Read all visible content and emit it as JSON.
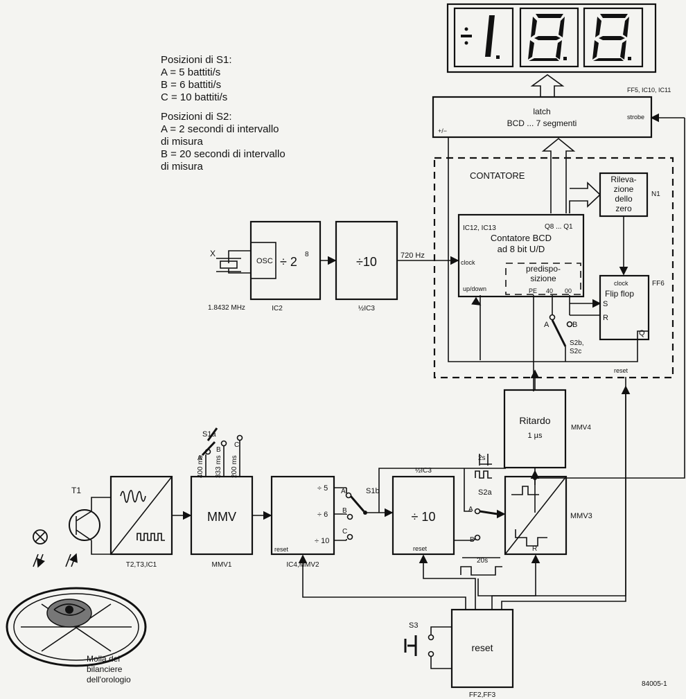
{
  "notes": {
    "s1_title": "Posizioni di S1:",
    "s1_a": "A = 5 battiti/s",
    "s1_b": "B = 6 battiti/s",
    "s1_c": "C = 10 battiti/s",
    "s2_title": "Posizioni di S2:",
    "s2_a1": "A = 2 secondi di intervallo",
    "s2_a2": "di misura",
    "s2_b1": "B = 20 secondi di intervallo",
    "s2_b2": "di misura"
  },
  "display": {
    "digits": "÷1.8.8."
  },
  "latch": {
    "line1": "latch",
    "line2": "BCD ... 7 segmenti",
    "pm": "+/−",
    "strobe": "strobe",
    "ref": "FF5, IC10, IC11"
  },
  "contatore": {
    "title": "CONTATORE",
    "ic": "IC12, IC13",
    "q": "Q8 ... Q1",
    "line1": "Contatore BCD",
    "line2": "ad 8 bit U/D",
    "clock": "clock",
    "updown": "up/down",
    "preset1": "predispo-",
    "preset2": "sizione",
    "pe": "PE",
    "p40": "40",
    "p00": "00",
    "reset": "reset"
  },
  "zero": {
    "l1": "Rileva-",
    "l2": "zione",
    "l3": "dello",
    "l4": "zero",
    "ref": "N1"
  },
  "flipflop": {
    "clock": "clock",
    "name": "Flip flop",
    "s": "S",
    "r": "R",
    "q": "Q",
    "ref": "FF6"
  },
  "s2bc": {
    "a": "A",
    "b": "B",
    "l1": "S2b,",
    "l2": "S2c"
  },
  "osc": {
    "x": "X",
    "osc": "OSC",
    "div": "÷ 2",
    "exp": "8",
    "freq": "1.8432 MHz",
    "ref": "IC2"
  },
  "div10a": {
    "label": "÷10",
    "ref": "½IC3",
    "out": "720 Hz"
  },
  "ritardo": {
    "l1": "Ritardo",
    "l2": "1 µs",
    "ref": "MMV4"
  },
  "s1a": {
    "name": "S1a",
    "a": "A",
    "b": "B",
    "c": "C",
    "ta": "400 ms",
    "tb": "333 ms",
    "tc": "200 ms"
  },
  "t1": {
    "name": "T1"
  },
  "shaper": {
    "ref": "T2,T3,IC1"
  },
  "mmv1": {
    "label": "MMV",
    "ref": "MMV1"
  },
  "divsel": {
    "d5": "÷ 5",
    "d6": "÷ 6",
    "d10": "÷ 10",
    "reset": "reset",
    "ref": "IC4,MMV2"
  },
  "s1b": {
    "name": "S1b",
    "a": "A",
    "b": "B",
    "c": "C"
  },
  "div10b": {
    "ref": "½IC3",
    "label": "÷ 10",
    "reset": "reset"
  },
  "s2a": {
    "name": "S2a",
    "a": "A",
    "b": "B",
    "t2": "2s",
    "t20": "20s"
  },
  "mmv3": {
    "ref": "MMV3",
    "r": "R"
  },
  "reset": {
    "label": "reset",
    "ref": "FF2,FF3",
    "switch": "S3"
  },
  "watch": {
    "l1": "Molla del",
    "l2": "bilanciere",
    "l3": "dell'orologio"
  },
  "figure_ref": "84005-1"
}
